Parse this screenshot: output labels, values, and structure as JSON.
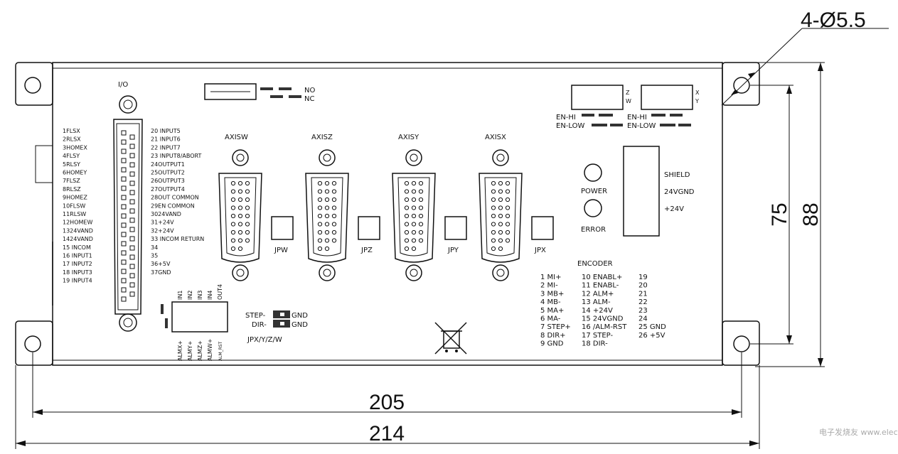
{
  "dimensions": {
    "holes": "4-Ø5.5",
    "width_inner": "205",
    "width_outer": "214",
    "height_inner": "75",
    "height_outer": "88"
  },
  "io": {
    "title": "I/O",
    "left_pins": [
      "1FLSX",
      "2RLSX",
      "3HOMEX",
      "4FLSY",
      "5RLSY",
      "6HOMEY",
      "7FLSZ",
      "8RLSZ",
      "9HOMEZ",
      "10FLSW",
      "11RLSW",
      "12HOMEW",
      "1324VAND",
      "1424VAND",
      "15 INCOM",
      "16 INPUT1",
      "17 INPUT2",
      "18 INPUT3",
      "19 INPUT4"
    ],
    "right_pins": [
      "20 INPUT5",
      "21 INPUT6",
      "22 INPUT7",
      "23 INPUT8/ABORT",
      "24OUTPUT1",
      "25OUTPUT2",
      "26OUTPUT3",
      "27OUTPUT4",
      "28OUT COMMON",
      "29EN COMMON",
      "3024VAND",
      "31+24V",
      "32+24V",
      "33 INCOM RETURN",
      "34",
      "35",
      "36+5V",
      "37GND"
    ]
  },
  "relay": {
    "no": "NO",
    "nc": "NC"
  },
  "axes": [
    {
      "name": "AXISW",
      "jumper": "JPW"
    },
    {
      "name": "AXISZ",
      "jumper": "JPZ"
    },
    {
      "name": "AXISY",
      "jumper": "JPY"
    },
    {
      "name": "AXISX",
      "jumper": "JPX"
    }
  ],
  "enable_blocks": {
    "left_letters": [
      "Z",
      "W"
    ],
    "right_letters": [
      "X",
      "Y"
    ],
    "en_hi": "EN-HI",
    "en_low": "EN-LOW"
  },
  "leds": {
    "power": "POWER",
    "error": "ERROR"
  },
  "power_terminal": {
    "shield": "SHIELD",
    "gnd": "24VGND",
    "v24": "+24V"
  },
  "terminal_block": {
    "top_labels": [
      "IN1",
      "IN2",
      "IN3",
      "IN4",
      "OUT4"
    ],
    "bottom_labels": [
      "ALMX+",
      "ALMY+",
      "ALMZ+",
      "ALMW+",
      "ALM_RST"
    ]
  },
  "step_dir": {
    "step": "STEP-",
    "dir": "DIR-",
    "gnd1": "GND",
    "gnd2": "GND",
    "caption": "JPX/Y/Z/W"
  },
  "encoder": {
    "title": "ENCODER",
    "col1": [
      "1 MI+",
      "2 MI-",
      "3 MB+",
      "4 MB-",
      "5 MA+",
      "6 MA-",
      "7 STEP+",
      "8 DIR+",
      "9 GND"
    ],
    "col2": [
      "10 ENABL+",
      "11 ENABL-",
      "12 ALM+",
      "13 ALM-",
      "14 +24V",
      "15 24VGND",
      "16 /ALM-RST",
      "17 STEP-",
      "18 DIR-"
    ],
    "col3": [
      "19",
      "20",
      "21",
      "22",
      "23",
      "24",
      "25 GND",
      "26 +5V"
    ]
  },
  "watermark": "电子发烧友 www.elecfans.com"
}
